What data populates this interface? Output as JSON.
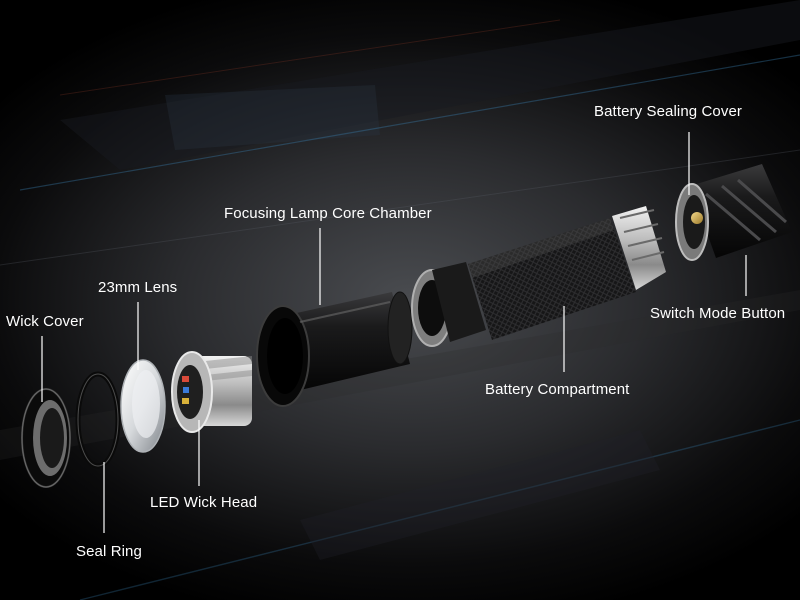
{
  "labels": {
    "battery_sealing_cover": "Battery Sealing Cover",
    "focusing_lamp_core_chamber": "Focusing Lamp Core Chamber",
    "lens": "23mm Lens",
    "wick_cover": "Wick Cover",
    "switch_mode_button": "Switch Mode Button",
    "battery_compartment": "Battery Compartment",
    "led_wick_head": "LED Wick Head",
    "seal_ring": "Seal Ring"
  },
  "colors": {
    "background_center": "#4a4c50",
    "background_edge": "#000000",
    "accent_line": "#3b7fb0",
    "leader_line": "#ffffff",
    "label_text": "#ffffff"
  }
}
